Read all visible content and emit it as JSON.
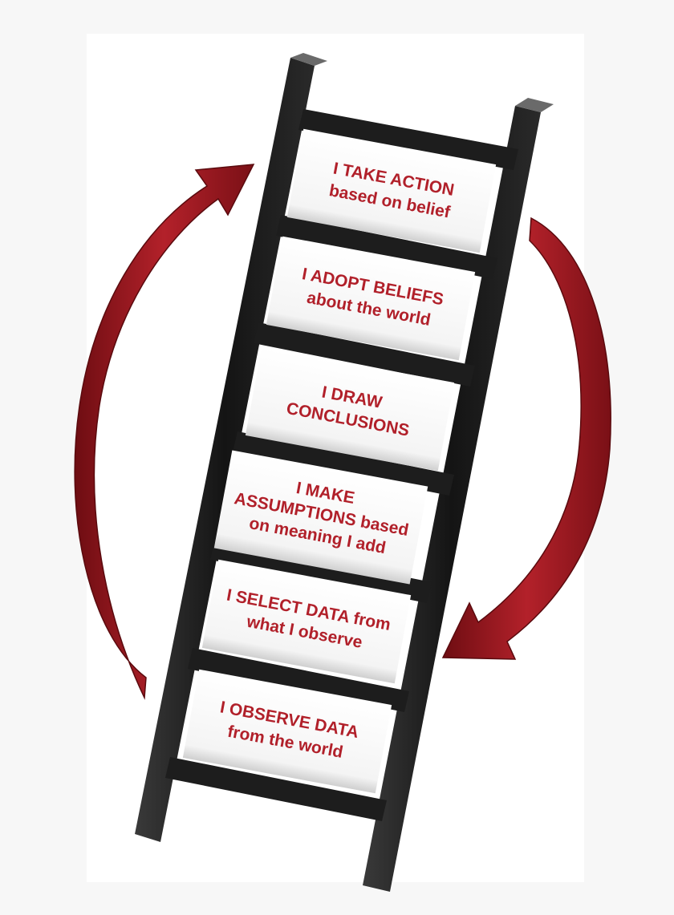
{
  "diagram": {
    "steps": [
      {
        "line1": "I OBSERVE DATA",
        "line2": "from the world",
        "line3": ""
      },
      {
        "line1": "I SELECT DATA from",
        "line2": "what I observe",
        "line3": ""
      },
      {
        "line1": "I MAKE",
        "line2": "ASSUMPTIONS based",
        "line3": "on meaning I add"
      },
      {
        "line1": "I DRAW",
        "line2": "CONCLUSIONS",
        "line3": ""
      },
      {
        "line1": "I ADOPT BELIEFS",
        "line2": "about the world",
        "line3": ""
      },
      {
        "line1": "I TAKE ACTION",
        "line2": "based on belief",
        "line3": ""
      }
    ],
    "colors": {
      "text": "#b1202a",
      "arrow": "#a11a22",
      "rail": "#1c1c1c",
      "panel": "#ffffff"
    },
    "arrows": [
      "up-left-arrow",
      "down-right-arrow"
    ]
  }
}
